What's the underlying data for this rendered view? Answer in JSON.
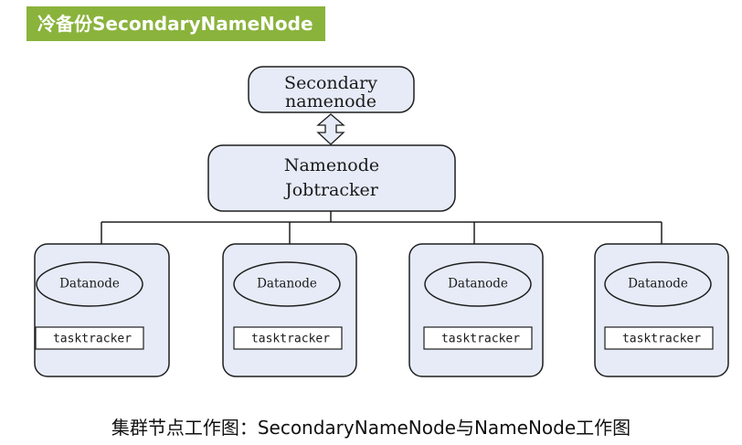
{
  "header": {
    "title": "冷备份SecondaryNameNode"
  },
  "diagram": {
    "secondary": {
      "line1": "Secondary",
      "line2": "namenode"
    },
    "master": {
      "line1": "Namenode",
      "line2": "Jobtracker"
    },
    "nodes": [
      {
        "datanode": "Datanode",
        "tasktracker": "tasktracker"
      },
      {
        "datanode": "Datanode",
        "tasktracker": "tasktracker"
      },
      {
        "datanode": "Datanode",
        "tasktracker": "tasktracker"
      },
      {
        "datanode": "Datanode",
        "tasktracker": "tasktracker"
      }
    ],
    "colors": {
      "box_fill": "#e6ebf7",
      "stroke": "#1f1f1f"
    }
  },
  "caption": "集群节点工作图：SecondaryNameNode与NameNode工作图"
}
